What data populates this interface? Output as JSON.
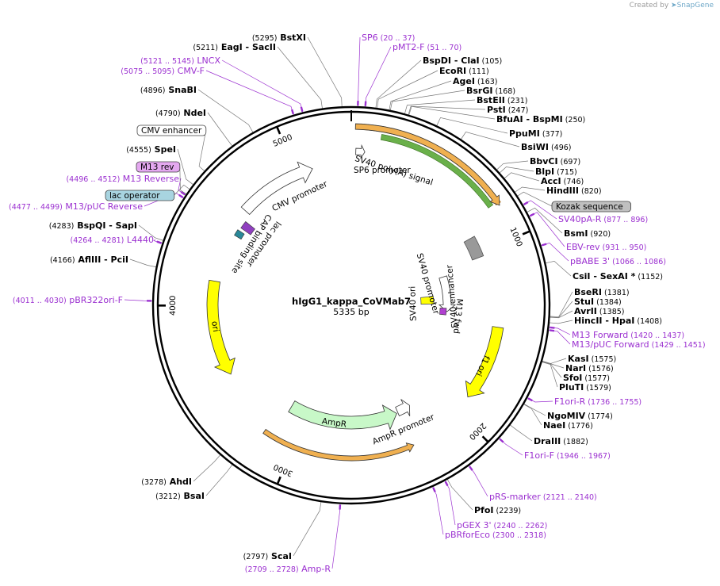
{
  "credit": {
    "prefix": "Created by",
    "brand": "SnapGene"
  },
  "plasmid": {
    "name": "hIgG1_kappa_CoVMab7",
    "size": "5335 bp"
  },
  "ticks": [
    "1000",
    "2000",
    "3000",
    "4000",
    "5000"
  ],
  "enzymes": [
    {
      "name": "BstXI",
      "pos": "(5295)"
    },
    {
      "name": "EagI",
      "name2": "SacII",
      "pos": "(5211)"
    },
    {
      "name": "SnaBI",
      "pos": "(4896)"
    },
    {
      "name": "NdeI",
      "pos": "(4790)"
    },
    {
      "name": "SpeI",
      "pos": "(4555)"
    },
    {
      "name": "BspQI",
      "name2": "SapI",
      "pos": "(4283)"
    },
    {
      "name": "AflIII",
      "name2": "PciI",
      "pos": "(4166)"
    },
    {
      "name": "BspDI",
      "name2": "ClaI",
      "pos": "(105)"
    },
    {
      "name": "EcoRI",
      "pos": "(111)"
    },
    {
      "name": "AgeI",
      "pos": "(163)"
    },
    {
      "name": "BsrGI",
      "pos": "(168)"
    },
    {
      "name": "BstEII",
      "pos": "(231)"
    },
    {
      "name": "PstI",
      "pos": "(247)"
    },
    {
      "name": "BfuAI",
      "name2": "BspMI",
      "pos": "(250)"
    },
    {
      "name": "PpuMI",
      "pos": "(377)"
    },
    {
      "name": "BsiWI",
      "pos": "(496)"
    },
    {
      "name": "BbvCI",
      "pos": "(697)"
    },
    {
      "name": "BlpI",
      "pos": "(715)"
    },
    {
      "name": "AccI",
      "pos": "(746)"
    },
    {
      "name": "HindIII",
      "pos": "(820)"
    },
    {
      "name": "BsmI",
      "pos": "(920)"
    },
    {
      "name": "CsiI",
      "name2": "SexAI *",
      "pos": "(1152)"
    },
    {
      "name": "BseRI",
      "pos": "(1381)"
    },
    {
      "name": "StuI",
      "pos": "(1384)"
    },
    {
      "name": "AvrII",
      "pos": "(1385)"
    },
    {
      "name": "HincII",
      "name2": "HpaI",
      "pos": "(1408)"
    },
    {
      "name": "KasI",
      "pos": "(1575)"
    },
    {
      "name": "NarI",
      "pos": "(1576)"
    },
    {
      "name": "SfoI",
      "pos": "(1577)"
    },
    {
      "name": "PluTI",
      "pos": "(1579)"
    },
    {
      "name": "NgoMIV",
      "pos": "(1774)"
    },
    {
      "name": "NaeI",
      "pos": "(1776)"
    },
    {
      "name": "DraIII",
      "pos": "(1882)"
    },
    {
      "name": "PfoI",
      "pos": "(2239)"
    },
    {
      "name": "ScaI",
      "pos": "(2797)"
    },
    {
      "name": "BsaI",
      "pos": "(3212)"
    },
    {
      "name": "AhdI",
      "pos": "(3278)"
    }
  ],
  "primers": [
    {
      "name": "SP6",
      "range": "(20 .. 37)"
    },
    {
      "name": "pMT2-F",
      "range": "(51 .. 70)"
    },
    {
      "name": "LNCX",
      "range": "(5121 .. 5145)"
    },
    {
      "name": "CMV-F",
      "range": "(5075 .. 5095)"
    },
    {
      "name": "M13 Reverse",
      "range": "(4496 .. 4512)"
    },
    {
      "name": "M13/pUC Reverse",
      "range": "(4477 .. 4499)"
    },
    {
      "name": "L4440",
      "range": "(4264 .. 4281)"
    },
    {
      "name": "pBR322ori-F",
      "range": "(4011 .. 4030)"
    },
    {
      "name": "SV40pA-R",
      "range": "(877 .. 896)"
    },
    {
      "name": "EBV-rev",
      "range": "(931 .. 950)"
    },
    {
      "name": "pBABE 3'",
      "range": "(1066 .. 1086)"
    },
    {
      "name": "M13 Forward",
      "range": "(1420 .. 1437)"
    },
    {
      "name": "M13/pUC Forward",
      "range": "(1429 .. 1451)"
    },
    {
      "name": "F1ori-R",
      "range": "(1736 .. 1755)"
    },
    {
      "name": "F1ori-F",
      "range": "(1946 .. 1967)"
    },
    {
      "name": "pRS-marker",
      "range": "(2121 .. 2140)"
    },
    {
      "name": "pGEX 3'",
      "range": "(2240 .. 2262)"
    },
    {
      "name": "pBRforEco",
      "range": "(2300 .. 2318)"
    },
    {
      "name": "Amp-R",
      "range": "(2709 .. 2728)"
    }
  ],
  "boxed_features": [
    {
      "name": "CMV enhancer",
      "color": "#ffffff"
    },
    {
      "name": "M13 rev",
      "color": "#e4a8f0"
    },
    {
      "name": "lac operator",
      "color": "#a8d4e0"
    },
    {
      "name": "Kozak sequence",
      "color": "#c0c0c0"
    }
  ],
  "features": [
    {
      "name": "SP6 promoter"
    },
    {
      "name": "CMV promoter"
    },
    {
      "name": "lac promoter"
    },
    {
      "name": "CAP binding site"
    },
    {
      "name": "SV40 poly(A) signal"
    },
    {
      "name": "SV40 enhancer"
    },
    {
      "name": "SV40 promoter"
    },
    {
      "name": "SV40 ori"
    },
    {
      "name": "M13 fwd"
    },
    {
      "name": "f1 ori"
    },
    {
      "name": "AmpR promoter"
    },
    {
      "name": "AmpR"
    },
    {
      "name": "ori"
    }
  ],
  "colors": {
    "enzyme": "#000000",
    "primer": "#9b30d0",
    "ori_yellow": "#ffff00",
    "ampr_green": "#c8f8c8",
    "orange_orf": "#f0b050",
    "green_orf": "#6ab04a",
    "polyA_grey": "#999999"
  }
}
